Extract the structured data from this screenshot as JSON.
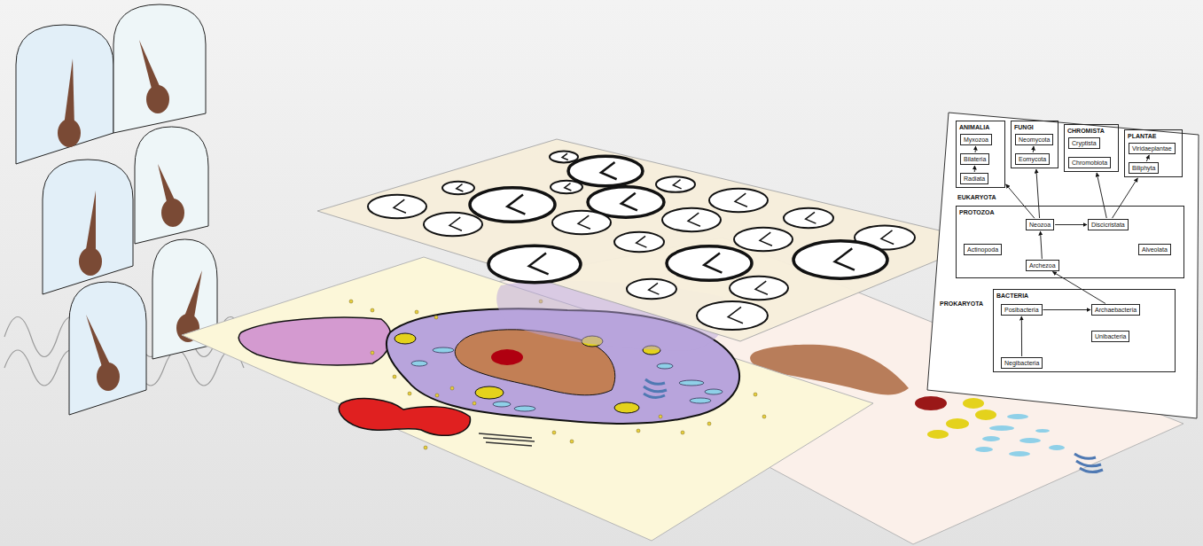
{
  "diagram": {
    "nodes": [
      {
        "text": [
          "ANIMALIA"
        ]
      },
      {
        "text": [
          "Myxozoa"
        ],
        "in": 0
      },
      {
        "text": [
          "Bilateria"
        ],
        "in": 0
      },
      {
        "text": [
          "Radiata"
        ],
        "in": 0
      },
      {
        "text": [
          "FUNGI"
        ]
      },
      {
        "text": [
          "Neomycota"
        ],
        "in": 4
      },
      {
        "text": [
          "Eomycota"
        ],
        "in": 4
      },
      {
        "text": [
          "CHROMISTA"
        ]
      },
      {
        "text": [
          "Cryptista"
        ],
        "in": 7
      },
      {
        "text": [
          "Chromobiota"
        ],
        "in": 7
      },
      {
        "text": [
          "PLANTAE"
        ]
      },
      {
        "text": [
          "Viridaeplantae"
        ],
        "in": 10
      },
      {
        "text": [
          "Biliphyta"
        ],
        "in": 10
      },
      {
        "text": [
          "PROTOZOA"
        ]
      },
      {
        "text": [
          "Neozoa"
        ],
        "in": 13
      },
      {
        "text": [
          "Discicristata"
        ],
        "in": 13
      },
      {
        "text": [
          "Actinopoda"
        ],
        "in": 13
      },
      {
        "text": [
          "Alveolata"
        ],
        "in": 13
      },
      {
        "text": [
          "Archezoa"
        ],
        "in": 13
      },
      {
        "text": [
          "BACTERIA"
        ]
      },
      {
        "text": [
          "Posibacteria"
        ],
        "in": 19
      },
      {
        "text": [
          "Archaebacteria"
        ],
        "in": 19
      },
      {
        "text": [
          "Unibacteria"
        ],
        "in": 19
      },
      {
        "text": [
          "Negibacteria"
        ],
        "in": 19
      }
    ],
    "edges": [
      {
        "from": 3,
        "to": 2,
        "arrow": "to"
      },
      {
        "from": 2,
        "to": 1,
        "arrow": "to"
      },
      {
        "from": 6,
        "to": 5,
        "arrow": "to"
      },
      {
        "from": 12,
        "to": 11,
        "arrow": "to"
      },
      {
        "from": 14,
        "to": 0,
        "arrow": "to"
      },
      {
        "from": 14,
        "to": 4,
        "arrow": "to"
      },
      {
        "from": 14,
        "to": 15,
        "arrow": "to"
      },
      {
        "from": 15,
        "to": 7,
        "arrow": "to"
      },
      {
        "from": 15,
        "to": 10,
        "arrow": "to"
      },
      {
        "from": 18,
        "to": 14,
        "arrow": "to"
      },
      {
        "from": 23,
        "to": 20,
        "arrow": "to"
      },
      {
        "from": 20,
        "to": 21,
        "arrow": "to"
      },
      {
        "from": 21,
        "to": 18,
        "arrow": "to"
      }
    ],
    "labels": [
      "EUKARYOTA",
      "PROKARYOTA"
    ]
  }
}
